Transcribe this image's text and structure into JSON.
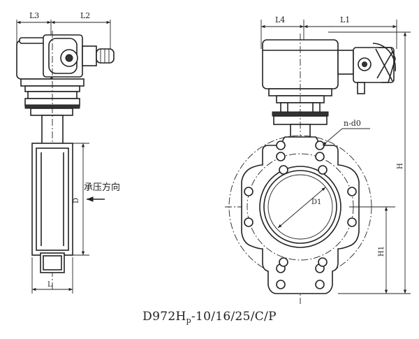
{
  "caption": {
    "model_prefix": "D972H",
    "model_subscript": "p",
    "model_suffix": "-10/16/25/C/P"
  },
  "side_view": {
    "dim_L3": "L3",
    "dim_L2": "L2",
    "dim_D": "D",
    "dim_L": "L",
    "pressure_direction_note": "承压方向"
  },
  "front_view": {
    "dim_L4": "L4",
    "dim_L1": "L1",
    "dim_H": "H",
    "dim_H1": "H1",
    "dim_D1": "D1",
    "dim_bolt_holes": "n-d0"
  }
}
